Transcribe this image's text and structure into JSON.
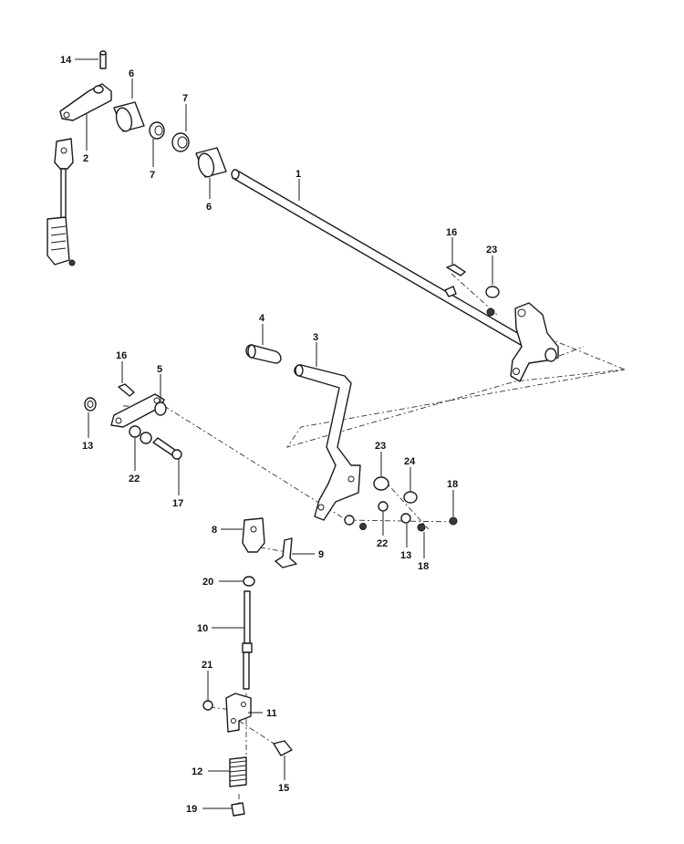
{
  "callouts": [
    {
      "id": "c14",
      "text": "14"
    },
    {
      "id": "c6a",
      "text": "6"
    },
    {
      "id": "c7a",
      "text": "7"
    },
    {
      "id": "c2",
      "text": "2"
    },
    {
      "id": "c7b",
      "text": "7"
    },
    {
      "id": "c1",
      "text": "1"
    },
    {
      "id": "c6b",
      "text": "6"
    },
    {
      "id": "c16a",
      "text": "16"
    },
    {
      "id": "c23a",
      "text": "23"
    },
    {
      "id": "c4",
      "text": "4"
    },
    {
      "id": "c3",
      "text": "3"
    },
    {
      "id": "c16b",
      "text": "16"
    },
    {
      "id": "c5",
      "text": "5"
    },
    {
      "id": "c13a",
      "text": "13"
    },
    {
      "id": "c22a",
      "text": "22"
    },
    {
      "id": "c17",
      "text": "17"
    },
    {
      "id": "c23b",
      "text": "23"
    },
    {
      "id": "c24",
      "text": "24"
    },
    {
      "id": "c18a",
      "text": "18"
    },
    {
      "id": "c22b",
      "text": "22"
    },
    {
      "id": "c13b",
      "text": "13"
    },
    {
      "id": "c18b",
      "text": "18"
    },
    {
      "id": "c8",
      "text": "8"
    },
    {
      "id": "c9",
      "text": "9"
    },
    {
      "id": "c20",
      "text": "20"
    },
    {
      "id": "c10",
      "text": "10"
    },
    {
      "id": "c21",
      "text": "21"
    },
    {
      "id": "c11",
      "text": "11"
    },
    {
      "id": "c12",
      "text": "12"
    },
    {
      "id": "c15",
      "text": "15"
    },
    {
      "id": "c19",
      "text": "19"
    }
  ]
}
